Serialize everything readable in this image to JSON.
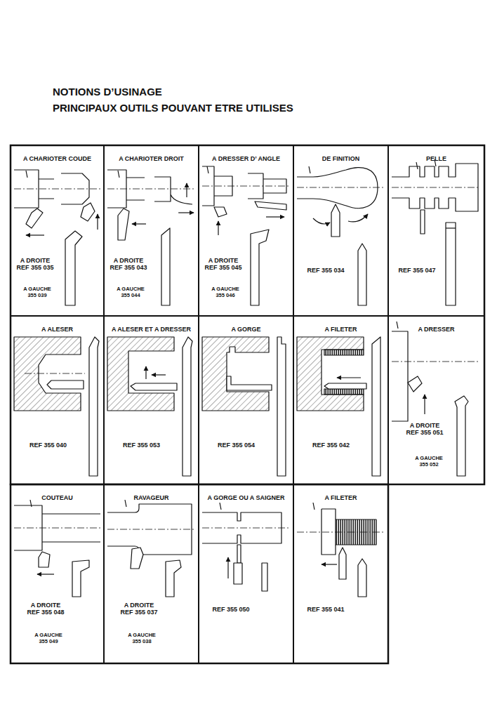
{
  "diagram": {
    "title": "NOTIONS D’USINAGE",
    "nodes": [
      {
        "text": [
          "A CHARIOTER COUDE",
          "A DROITE REF 355 035",
          "A GAUCHE 355 039"
        ]
      },
      {
        "text": [
          "A CHARIOTER DROIT",
          "A DROITE REF 355 043",
          "A GAUCHE 355 044"
        ]
      },
      {
        "text": [
          "A DRESSER D’ ANGLE",
          "A DROITE REF 355 045",
          "A GAUCHE 355 046"
        ]
      },
      {
        "text": [
          "DE FINITION",
          "REF 355 034"
        ]
      },
      {
        "text": [
          "PELLE",
          "REF 355 047"
        ]
      },
      {
        "text": [
          "A ALESER",
          "REF 355 040"
        ]
      },
      {
        "text": [
          "A ALESER ET A DRESSER",
          "REF 355 053"
        ]
      },
      {
        "text": [
          "A GORGE",
          "REF 355 054"
        ]
      },
      {
        "text": [
          "A FILETER",
          "REF 355 042"
        ]
      },
      {
        "text": [
          "A DRESSER",
          "A DROITE REF 355 051",
          "A GAUCHE 355 052"
        ]
      },
      {
        "text": [
          "COUTEAU",
          "A DROITE REF 355 048",
          "A GAUCHE 355 049"
        ]
      },
      {
        "text": [
          "RAVAGEUR",
          "A DROITE REF 355 037",
          "A GAUCHE 355 038"
        ]
      },
      {
        "text": [
          "A GORGE OU A SAIGNER",
          "REF 355 050"
        ]
      },
      {
        "text": [
          "A FILETER",
          "REF 355 041"
        ]
      }
    ],
    "labels": [
      "PRINCIPAUX OUTILS POUVANT ETRE UTILISES"
    ]
  }
}
